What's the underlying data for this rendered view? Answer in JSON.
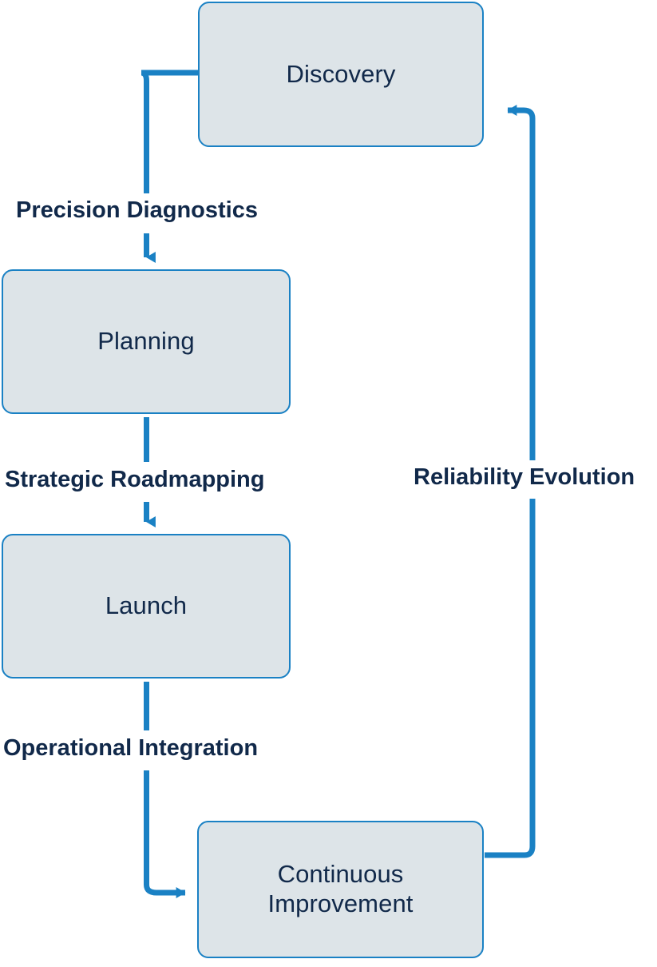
{
  "diagram": {
    "type": "flowchart",
    "orientation": "vertical-cycle",
    "background_color": "#ffffff",
    "node_fill_color": "#dde4e8",
    "node_border_color": "#1a81c4",
    "node_text_color": "#11294a",
    "connector_color": "#1a81c4",
    "edge_label_color": "#11294a",
    "nodes": [
      {
        "id": "discovery",
        "label": "Discovery"
      },
      {
        "id": "planning",
        "label": "Planning"
      },
      {
        "id": "launch",
        "label": "Launch"
      },
      {
        "id": "continuous",
        "label": "Continuous\nImprovement"
      }
    ],
    "edges": [
      {
        "from": "discovery",
        "to": "planning",
        "label": "Precision Diagnostics"
      },
      {
        "from": "planning",
        "to": "launch",
        "label": "Strategic Roadmapping"
      },
      {
        "from": "launch",
        "to": "continuous",
        "label": "Operational Integration"
      },
      {
        "from": "continuous",
        "to": "discovery",
        "label": "Reliability Evolution"
      }
    ]
  }
}
